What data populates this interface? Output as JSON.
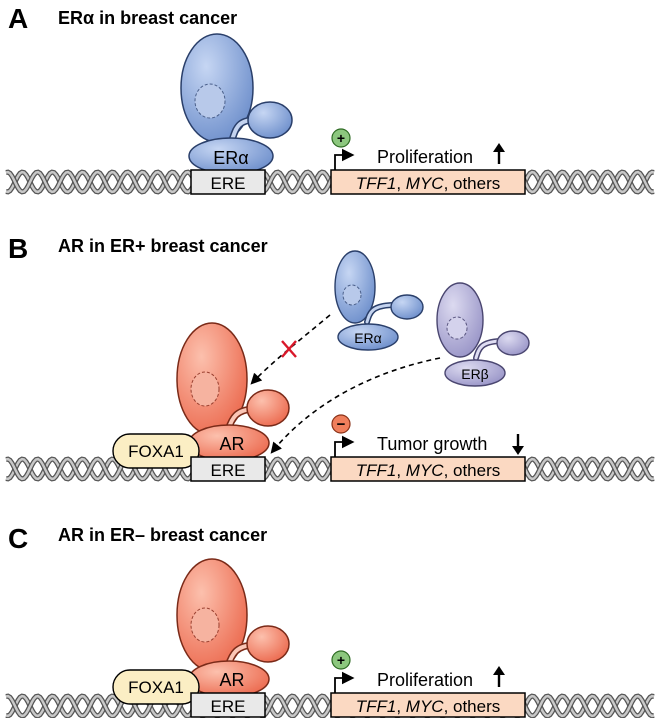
{
  "panels": [
    {
      "letter": "A",
      "title": "ERα in breast cancer",
      "receptor": "ERα",
      "ere": "ERE",
      "sign": "+",
      "outcome": "Proliferation",
      "outcome_arrow": "up",
      "genes": {
        "g1": "TFF1",
        "sep1": ", ",
        "g2": "MYC",
        "rest": ", others"
      }
    },
    {
      "letter": "B",
      "title": "AR in ER+ breast cancer",
      "receptor": "AR",
      "pioneer": "FOXA1",
      "ere": "ERE",
      "sign": "−",
      "outcome": "Tumor growth",
      "outcome_arrow": "down",
      "genes": {
        "g1": "TFF1",
        "sep1": ", ",
        "g2": "MYC",
        "rest": ", others"
      },
      "competitors": [
        {
          "label": "ERα",
          "blocked": true
        },
        {
          "label": "ERβ",
          "blocked": false
        }
      ]
    },
    {
      "letter": "C",
      "title": "AR in ER– breast cancer",
      "receptor": "AR",
      "pioneer": "FOXA1",
      "ere": "ERE",
      "sign": "+",
      "outcome": "Proliferation",
      "outcome_arrow": "up",
      "genes": {
        "g1": "TFF1",
        "sep1": ", ",
        "g2": "MYC",
        "rest": ", others"
      }
    }
  ],
  "colors": {
    "era": "#7f9fd6",
    "era_dark": "#3f5e9e",
    "erb": "#a9a6d3",
    "erb_dark": "#6a6699",
    "ar": "#f0836a",
    "ar_dark": "#c34e37",
    "foxa1": "#fbeec4",
    "ere_box": "#e9e9e9",
    "gene_box": "#fbd9c2",
    "dna": "#9a9a9a",
    "plus": "#8cc77e",
    "minus": "#ef7f5c",
    "block_x": "#d9182a"
  }
}
